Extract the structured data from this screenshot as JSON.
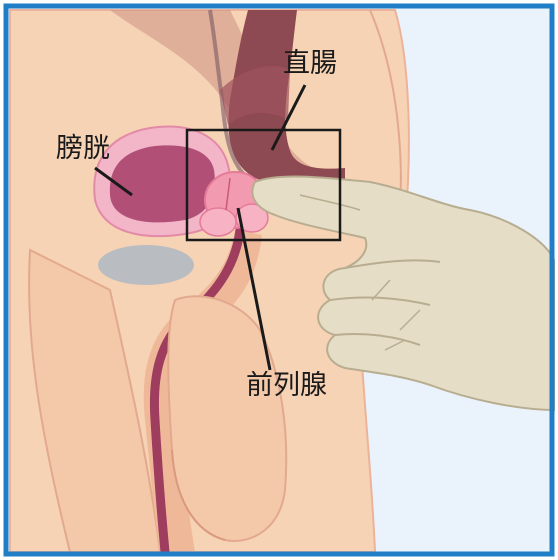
{
  "labels": {
    "bladder": "膀胱",
    "rectum": "直腸",
    "prostate": "前列腺"
  },
  "colors": {
    "frame": "#1f7ec6",
    "background": "#eaf3fb",
    "skin": "#f6d3b5",
    "bladder": "#b24f77",
    "prostate": "#f29bb0",
    "rectum": "#8e4a52",
    "glove": "#e5ddc6"
  }
}
